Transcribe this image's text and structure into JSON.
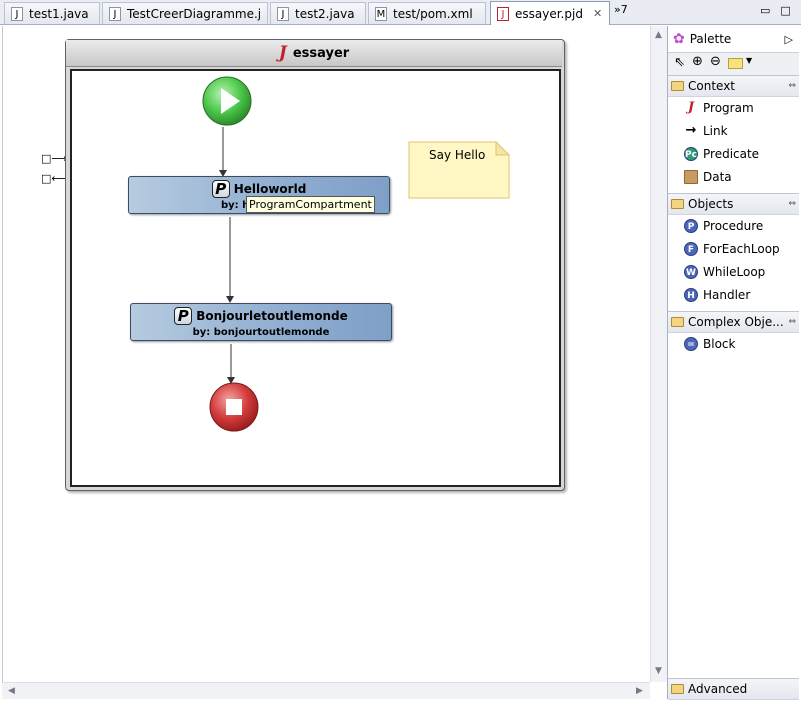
{
  "tabs": [
    {
      "label": "test1.java",
      "icon": "java-file-icon"
    },
    {
      "label": "TestCreerDiagramme.j",
      "icon": "java-file-icon"
    },
    {
      "label": "test2.java",
      "icon": "java-file-icon"
    },
    {
      "label": "test/pom.xml",
      "icon": "maven-file-icon"
    },
    {
      "label": "essayer.pjd",
      "icon": "diagram-file-icon",
      "active": true,
      "close": "✕"
    }
  ],
  "overflow": {
    "label": "»7"
  },
  "window_controls": {
    "minimize": "▭",
    "maximize": "□"
  },
  "diagram": {
    "container_title": "essayer",
    "nodes": {
      "helloworld": {
        "badge": "P",
        "title": "Helloworld",
        "by": "by: h"
      },
      "bonjour": {
        "badge": "P",
        "title": "Bonjourletoutlemonde",
        "by": "by: bonjourtoutlemonde"
      }
    },
    "tooltip": "ProgramCompartment",
    "note": "Say Hello",
    "connectors": {
      "in": "□⟶",
      "out": "□⟵"
    }
  },
  "palette": {
    "title": "Palette",
    "expand_icon": "▷",
    "drawers": [
      {
        "label": "Context",
        "items": [
          "Program",
          "Link",
          "Predicate",
          "Data"
        ]
      },
      {
        "label": "Objects",
        "items": [
          "Procedure",
          "ForEachLoop",
          "WhileLoop",
          "Handler"
        ]
      },
      {
        "label": "Complex Obje...",
        "items": [
          "Block"
        ]
      }
    ],
    "advanced": "Advanced",
    "item_icons": {
      "Program": {
        "glyph": "J",
        "color": "#c0202a"
      },
      "Link": {
        "glyph": "→",
        "color": "#000000"
      },
      "Predicate": {
        "glyph": "Pc",
        "color": "#2e9a7a"
      },
      "Data": {
        "glyph": "",
        "color": "#c99b63"
      },
      "Procedure": {
        "glyph": "P",
        "color": "#4a67b8"
      },
      "ForEachLoop": {
        "glyph": "F",
        "color": "#4a67b8"
      },
      "WhileLoop": {
        "glyph": "W",
        "color": "#4a67b8"
      },
      "Handler": {
        "glyph": "H",
        "color": "#4a67b8"
      },
      "Block": {
        "glyph": "=",
        "color": "#4a67b8"
      }
    }
  }
}
